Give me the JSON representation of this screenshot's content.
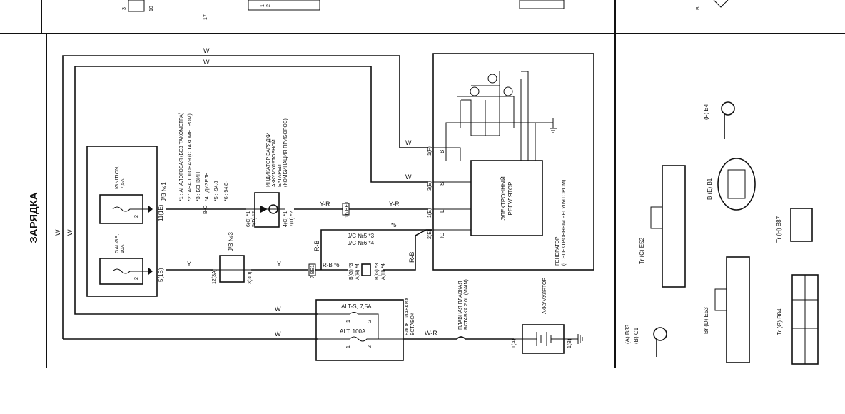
{
  "title": "ЗАРЯДКА",
  "top_strip": {
    "pins": [
      "3",
      "10",
      "17",
      "1",
      "2",
      "B"
    ]
  },
  "wires": {
    "w1": "W",
    "w2": "W",
    "w3": "W",
    "w4": "W",
    "w5": "W",
    "w6": "W",
    "w7": "W",
    "w8": "W",
    "y1": "Y",
    "y2": "Y",
    "yr1": "Y-R",
    "yr2": "Y-R",
    "rb1": "R-B",
    "rb2": "R-B",
    "rb3": "R-B *6",
    "wr": "W-R"
  },
  "jb1": {
    "label": "J/B №1",
    "ignition": [
      "IGNITION,",
      "7,5A"
    ],
    "gauge": [
      "GAUGE,",
      "10A"
    ],
    "pin2a": "2",
    "pin2b": "2",
    "conn_ign": "11(1E)",
    "conn_gauge": "5(1B)"
  },
  "jb3": {
    "label": "J/B №3",
    "left": "12(3A)",
    "right": "3(3D)"
  },
  "notes": [
    "*1 : АНАЛОГОВАЯ (БЕЗ ТАХОМЕТРА)",
    "*2 : АНАЛОГОВАЯ (С ТАХОМЕТРОМ)",
    "*3 : БЕНЗИН",
    "*4 : ДИЗЕЛЬ",
    "*5 : -94.8",
    "*6 : 94.8-",
    "B-O"
  ],
  "indicator": {
    "label": [
      "ИНДИКАТОР ЗАРЯДКИ",
      "АККУМУЛЯТОРНОЙ",
      "БАТАРЕИ",
      "(КОМБИНАЦИЯ ПРИБОРОВ)"
    ],
    "in": [
      "6(C) *1",
      "5(D) *2"
    ],
    "out": [
      "4(C) *1",
      "7(D) *2"
    ]
  },
  "be1": {
    "top": "16 BE1",
    "bottom": "7 BE1"
  },
  "jc": {
    "label": [
      "J/C №5 *3",
      "J/C №6 *4"
    ],
    "star5": "*5",
    "pins": [
      "B(G) *3",
      "A(H) *4",
      "B(G) *3",
      "A(H) *4"
    ]
  },
  "generator": {
    "label": [
      "ГЕНЕРАТОР",
      "(С ЭЛЕКТРОННЫМ РЕГУЛЯТОРОМ)"
    ],
    "regulator": [
      "ЭЛЕКТРОННЫЙ",
      "РЕГУЛЯТОР"
    ],
    "terminals": [
      "IG",
      "L",
      "S",
      "B"
    ],
    "conns": [
      "2(E)",
      "1(E)",
      "3(E)",
      "1(F)"
    ]
  },
  "fuse_box": {
    "label": [
      "БЛОК ПЛАВКИХ",
      "ВСТАВОК"
    ],
    "alt_s": "ALT-S, 7,5A",
    "alt": "ALT, 100A",
    "pins": [
      "1",
      "2",
      "1",
      "2"
    ]
  },
  "main_link": {
    "label": [
      "ПЛАВНАЯ ПЛАВКАЯ",
      "ВСТАВКА 2.0L (MAIN)"
    ]
  },
  "battery": {
    "label": "АККУМУЛЯТОР",
    "a": "1(A)",
    "b": "1(B)"
  },
  "connectors": {
    "ab": [
      "(A) B33",
      "(B) C1"
    ],
    "c": "Tr (C) E52",
    "d": "Br (D) E53",
    "e": "B (E) B1",
    "f": "(F) B4",
    "g": "Tr (G) B84",
    "h": "Tr (H) B87"
  }
}
